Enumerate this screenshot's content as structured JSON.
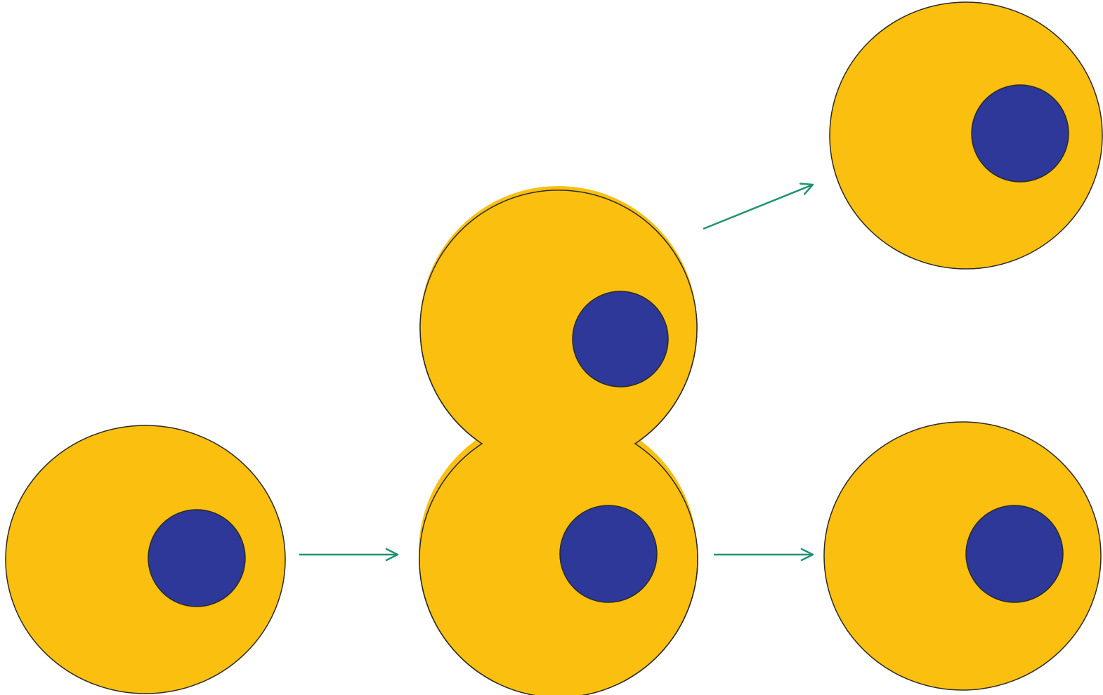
{
  "colors": {
    "background": "#ffffff",
    "cytoplasm": "#FBBF10",
    "nucleus": "#2E3898",
    "outline": "#2a2a2a",
    "arrow": "#1E9272"
  },
  "stages": [
    {
      "id": "parent-cell",
      "nuclei": 1
    },
    {
      "id": "dividing-cell",
      "nuclei": 2
    },
    {
      "id": "daughter-cell-top",
      "nuclei": 1
    },
    {
      "id": "daughter-cell-bottom",
      "nuclei": 1
    }
  ],
  "arrows": [
    {
      "from": "parent-cell",
      "to": "dividing-cell"
    },
    {
      "from": "dividing-cell",
      "to": "daughter-cell-top"
    },
    {
      "from": "dividing-cell",
      "to": "daughter-cell-bottom"
    }
  ]
}
